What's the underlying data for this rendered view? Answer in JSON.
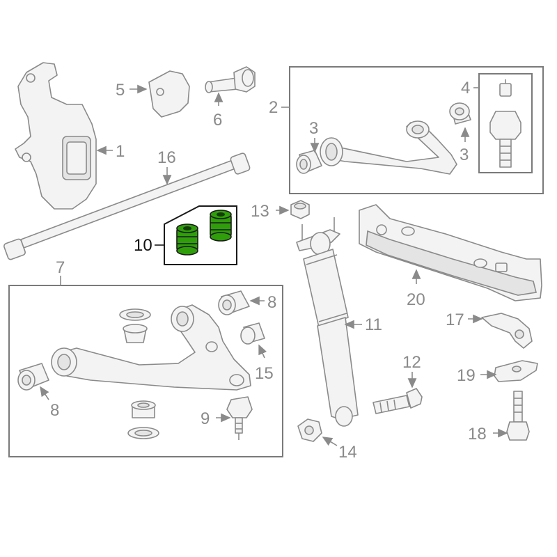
{
  "colors": {
    "line": "#8a8a8a",
    "highlight": "#2f9e0a",
    "highlight_text": "#111111",
    "background": "#ffffff"
  },
  "callouts": {
    "c1": "1",
    "c2": "2",
    "c3a": "3",
    "c3b": "3",
    "c4": "4",
    "c5": "5",
    "c6": "6",
    "c7": "7",
    "c8a": "8",
    "c8b": "8",
    "c9": "9",
    "c10": "10",
    "c11": "11",
    "c12": "12",
    "c13": "13",
    "c14": "14",
    "c15": "15",
    "c16": "16",
    "c17": "17",
    "c18": "18",
    "c19": "19",
    "c20": "20"
  },
  "highlighted_part": "10"
}
